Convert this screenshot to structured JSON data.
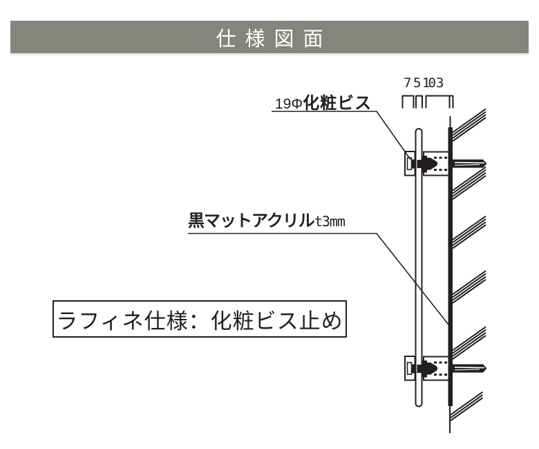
{
  "header": {
    "title": "仕様図面"
  },
  "colors": {
    "header_background": "#86857d",
    "header_text": "#ffffff",
    "ink": "#231f20",
    "paper": "#ffffff"
  },
  "drawing": {
    "dimension_row": {
      "text": "7 5 10 3",
      "values": [
        "7",
        "5",
        "10",
        "3"
      ]
    },
    "screw_label": {
      "prefix": "19Φ",
      "text": "化粧ビス"
    },
    "acrylic_label": {
      "text": "黒マットアクリル",
      "thickness": "t3mm"
    },
    "spec_box": {
      "text": "ラフィネ仕様：化粧ビス止め"
    }
  }
}
